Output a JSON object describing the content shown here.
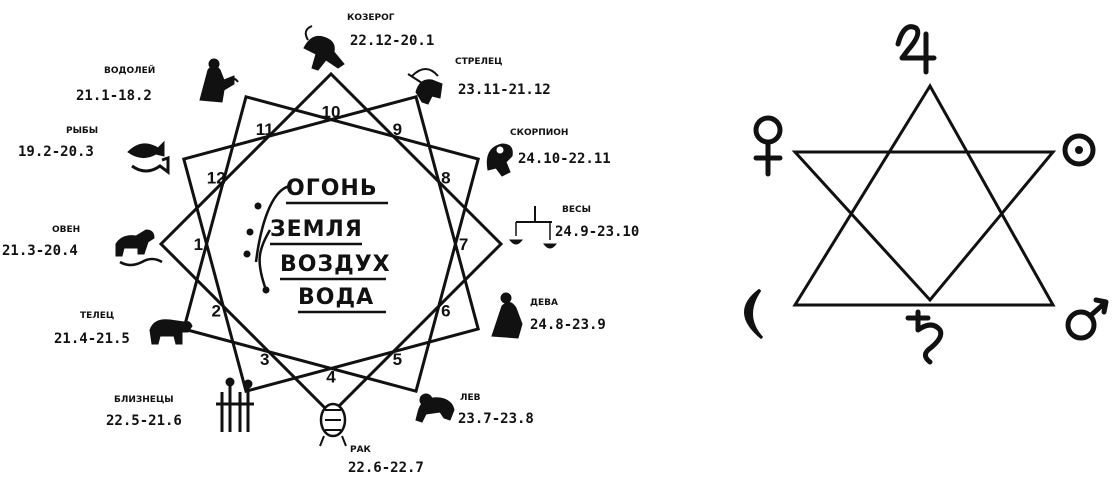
{
  "zodiac_diagram": {
    "signs": [
      {
        "id": "capricorn",
        "name": "КОЗЕРОГ",
        "dates": "22.12-20.1",
        "icon": "capricorn-figure-icon"
      },
      {
        "id": "sagittarius",
        "name": "СТРЕЛЕЦ",
        "dates": "23.11-21.12",
        "icon": "sagittarius-figure-icon"
      },
      {
        "id": "scorpio",
        "name": "СКОРПИОН",
        "dates": "24.10-22.11",
        "icon": "scorpio-figure-icon"
      },
      {
        "id": "libra",
        "name": "ВЕСЫ",
        "dates": "24.9-23.10",
        "icon": "libra-figure-icon"
      },
      {
        "id": "virgo",
        "name": "ДЕВА",
        "dates": "24.8-23.9",
        "icon": "virgo-figure-icon"
      },
      {
        "id": "leo",
        "name": "ЛЕВ",
        "dates": "23.7-23.8",
        "icon": "leo-figure-icon"
      },
      {
        "id": "cancer",
        "name": "РАК",
        "dates": "22.6-22.7",
        "icon": "cancer-figure-icon"
      },
      {
        "id": "gemini",
        "name": "БЛИЗНЕЦЫ",
        "dates": "22.5-21.6",
        "icon": "gemini-figure-icon"
      },
      {
        "id": "taurus",
        "name": "ТЕЛЕЦ",
        "dates": "21.4-21.5",
        "icon": "taurus-figure-icon"
      },
      {
        "id": "aries",
        "name": "ОВЕН",
        "dates": "21.3-20.4",
        "icon": "aries-figure-icon"
      },
      {
        "id": "pisces",
        "name": "РЫБЫ",
        "dates": "19.2-20.3",
        "icon": "pisces-figure-icon"
      },
      {
        "id": "aquarius",
        "name": "ВОДОЛЕЙ",
        "dates": "21.1-18.2",
        "icon": "aquarius-figure-icon"
      }
    ],
    "point_numbers": [
      "1",
      "2",
      "3",
      "4",
      "5",
      "6",
      "7",
      "8",
      "9",
      "10",
      "11",
      "12"
    ],
    "elements": [
      "ОГОНЬ",
      "ЗЕМЛЯ",
      "ВОЗДУХ",
      "ВОДА"
    ]
  },
  "planet_hexagram": {
    "symbols": [
      {
        "position": "top",
        "planet": "jupiter",
        "icon": "jupiter-symbol-icon"
      },
      {
        "position": "upper-left",
        "planet": "venus",
        "icon": "venus-symbol-icon"
      },
      {
        "position": "upper-right",
        "planet": "sun",
        "icon": "sun-symbol-icon"
      },
      {
        "position": "lower-left",
        "planet": "moon",
        "icon": "moon-symbol-icon"
      },
      {
        "position": "bottom",
        "planet": "saturn",
        "icon": "saturn-symbol-icon"
      },
      {
        "position": "lower-right",
        "planet": "mars",
        "icon": "mars-symbol-icon"
      }
    ]
  },
  "colors": {
    "ink": "#111111",
    "background": "#ffffff"
  }
}
